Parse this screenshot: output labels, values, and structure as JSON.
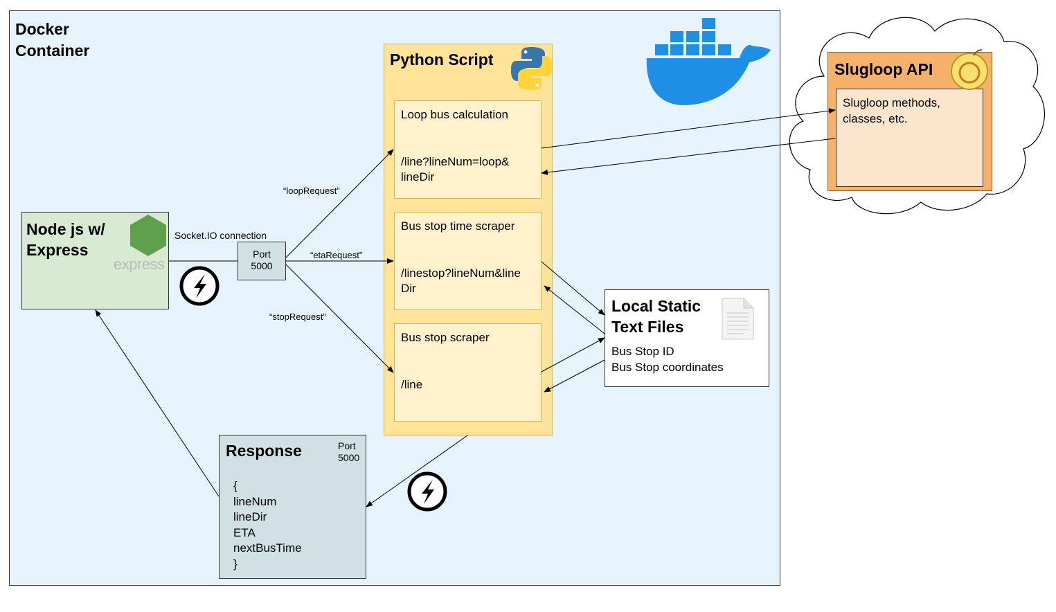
{
  "docker_container": {
    "title": "Docker\nContainer"
  },
  "python_script": {
    "title": "Python Script",
    "modules": [
      {
        "title": "Loop bus calculation",
        "route": "/line?lineNum=loop&\nlineDir"
      },
      {
        "title": "Bus stop time scraper",
        "route": "/linestop?lineNum&line\nDir"
      },
      {
        "title": "Bus stop scraper",
        "route": "/line"
      }
    ]
  },
  "node_server": {
    "title": "Node js w/\nExpress",
    "logo_text": "express"
  },
  "port_box": {
    "label": "Port\n5000"
  },
  "connections": {
    "socket_label": "Socket.IO connection",
    "loop_request": "“loopRequest”",
    "eta_request": "“etaRequest”",
    "stop_request": "“stopRequest”"
  },
  "response": {
    "title": "Response",
    "port": "Port\n5000",
    "body": "{\nlineNum\nlineDir\nETA\nnextBusTime\n}"
  },
  "local_files": {
    "title": "Local Static\nText Files",
    "items": "Bus Stop ID\nBus Stop coordinates"
  },
  "slugloop": {
    "title": "Slugloop API",
    "body": "Slugloop methods,\nclasses, etc."
  },
  "colors": {
    "docker_bg": "#e6f3fc",
    "python_bg": "#ffe399",
    "module_bg": "#fff2cc",
    "node_bg": "#d9ead3",
    "port_bg": "#d0e0e3",
    "slug_bg": "#f6b26b",
    "slug_inner_bg": "#fce5cd",
    "docker_blue": "#1f8fe6",
    "node_green": "#5fa04e"
  },
  "icons": [
    "docker-whale-icon",
    "python-icon",
    "node-hexagon-icon",
    "socketio-icon",
    "document-icon",
    "slug-icon",
    "cloud-shape"
  ]
}
